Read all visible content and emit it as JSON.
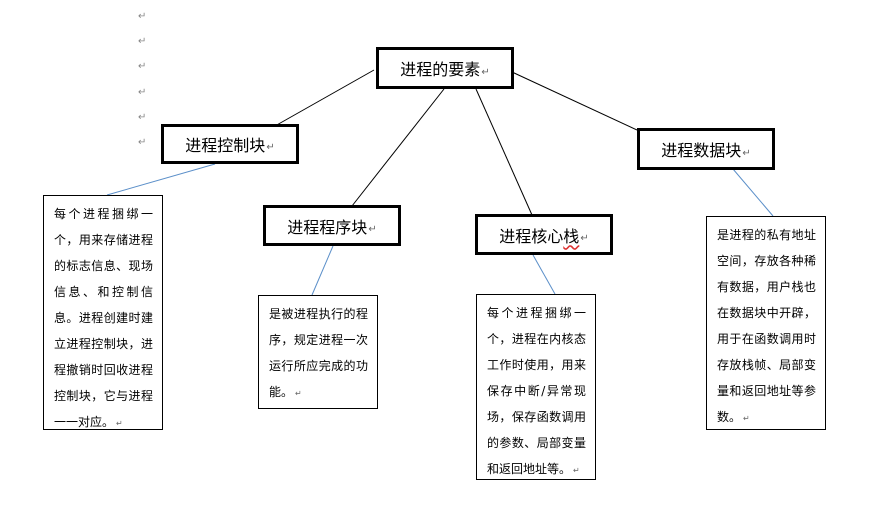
{
  "paragraph_marks": [
    "↵",
    "↵",
    "↵",
    "↵",
    "↵",
    "↵"
  ],
  "root": {
    "label": "进程的要素",
    "mark": "↵"
  },
  "children": [
    {
      "label": "进程控制块",
      "mark": "↵",
      "desc": "每个进程捆绑一个，用来存储进程的标志信息、现场信息、和控制信息。进程创建时建立进程控制块，进程撤销时回收进程控制块，它与进程一一对应。",
      "desc_mark": "↵"
    },
    {
      "label": "进程程序块",
      "mark": "↵",
      "desc": "是被进程执行的程序，规定进程一次运行所应完成的功能。",
      "desc_mark": "↵"
    },
    {
      "label_main": "进程核心",
      "label_tail": "栈",
      "mark": "↵",
      "desc": "每个进程捆绑一个，进程在内核态工作时使用，用来保存中断/异常现场，保存函数调用的参数、局部变量和返回地址等。",
      "desc_mark": "↵"
    },
    {
      "label": "进程数据块",
      "mark": "↵",
      "desc": "是进程的私有地址空间，存放各种稀有数据，用户栈也在数据块中开辟，用于在函数调用时存放栈帧、局部变量和返回地址等参数。",
      "desc_mark": "↵"
    }
  ],
  "colors": {
    "tree_line": "#000000",
    "desc_line": "#5b8fc9",
    "spell_underline": "#d33333"
  }
}
